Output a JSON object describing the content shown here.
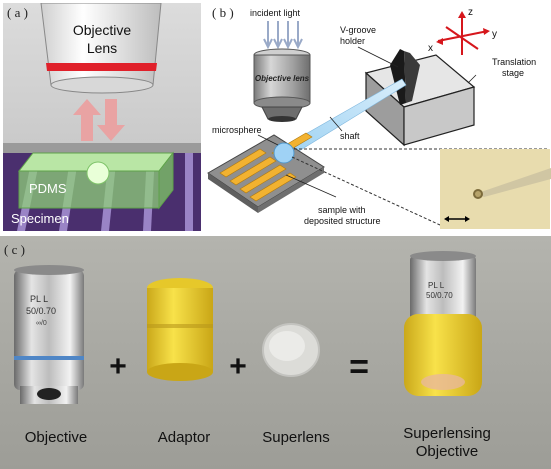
{
  "panel_a": {
    "label": "( a )",
    "objective_text": [
      "Objective",
      "Lens"
    ],
    "pdms_label": "PDMS",
    "specimen_label": "Specimen"
  },
  "panel_b": {
    "label": "( b )",
    "incident_light": "incident light",
    "objective_lens": "Objective lens",
    "vgroove": [
      "V-groove",
      "holder"
    ],
    "translation": [
      "Translation",
      "stage"
    ],
    "axes": {
      "z": "z",
      "x": "x",
      "y": "y"
    },
    "microsphere": "microsphere",
    "shaft": "shaft",
    "sample": [
      "sample with",
      "deposited structure"
    ]
  },
  "panel_c": {
    "label": "( c )",
    "objective": "Objective",
    "adaptor": "Adaptor",
    "superlens": "Superlens",
    "superlensing": [
      "Superlensing",
      "Objective"
    ],
    "plus1": "+",
    "plus2": "+",
    "equals": "=",
    "engraving_left": [
      "PL  L",
      "50/0.70",
      "∞/0"
    ],
    "engraving_right": [
      "PL  L",
      "50/0.70"
    ]
  },
  "colors": {
    "panel_c_bg": "#a9a9a3",
    "red_band": "#e0202a",
    "pdms_green": "#9fd88a",
    "specimen_purple": "#4a2f6e",
    "stage_gray": "#d9d9d9",
    "yellow_adaptor": "#f4dc2a",
    "inset_bg": "#e8dcae"
  }
}
